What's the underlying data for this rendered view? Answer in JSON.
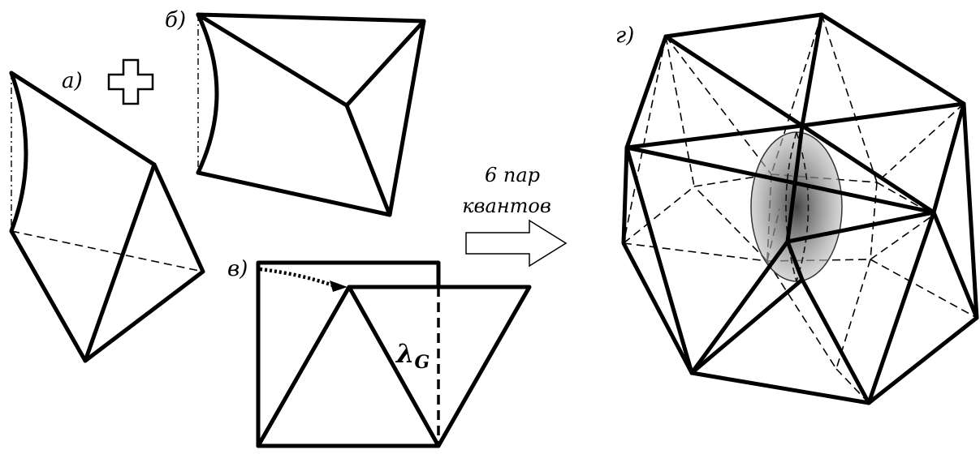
{
  "panels": {
    "a": {
      "label": "а)"
    },
    "b": {
      "label": "б)"
    },
    "v": {
      "label": "в)",
      "symbol": "λ",
      "subscript": "G"
    },
    "g": {
      "label": "г)"
    }
  },
  "arrow": {
    "line1": "6 пар",
    "line2": "квантов"
  }
}
